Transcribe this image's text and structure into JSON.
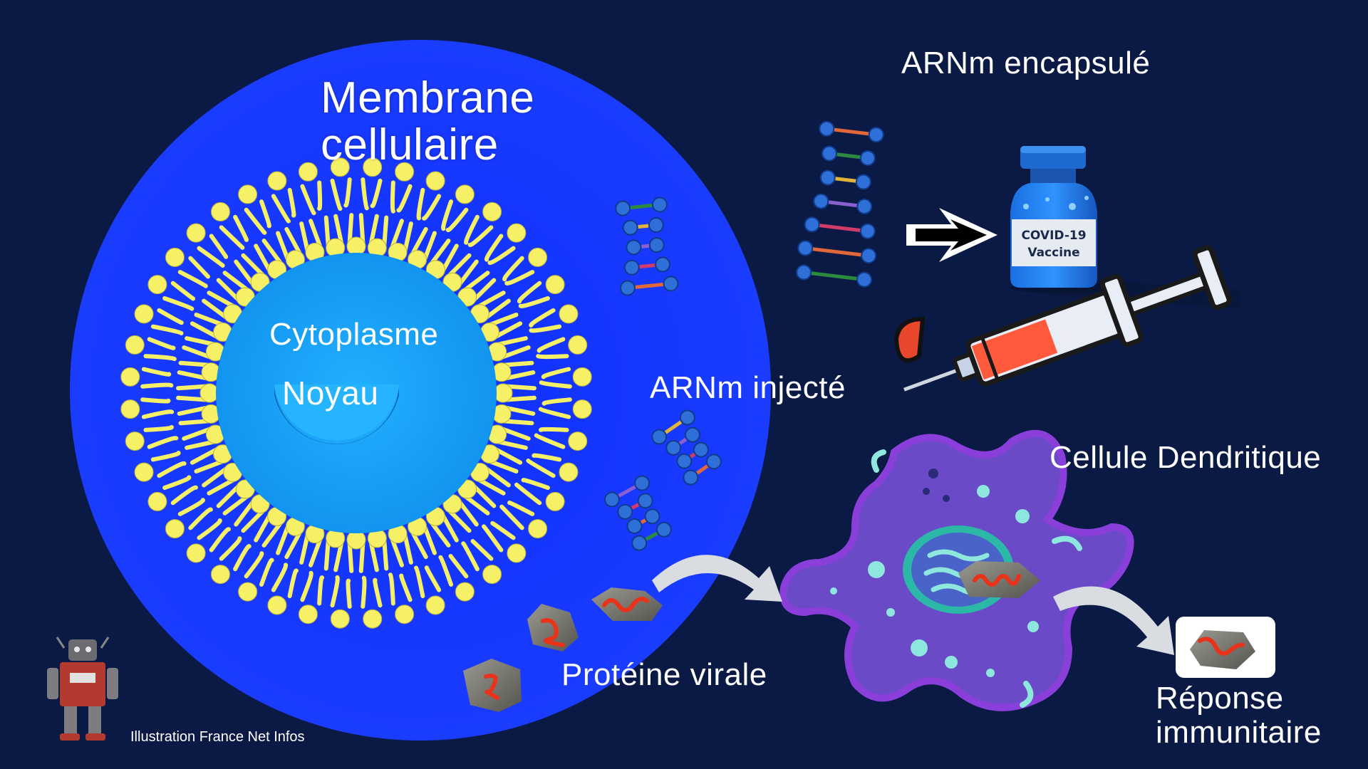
{
  "labels": {
    "membrane_line1": "Membrane",
    "membrane_line2": "cellulaire",
    "cytoplasme": "Cytoplasme",
    "noyau": "Noyau",
    "arnm_encapsule": "ARNm  encapsulé",
    "arnm_injecte": "ARNm  injecté",
    "cellule_dendritique": "Cellule  Dendritique",
    "proteine_virale": "Protéine  virale",
    "reponse_line1": "Réponse",
    "reponse_line2": "immunitaire",
    "credit": "Illustration  France  Net  Infos"
  },
  "vial": {
    "label_line1": "COVID-19",
    "label_line2": "Vaccine"
  },
  "colors": {
    "background": "#0b1a45",
    "membrane_blue": "#1a35ff",
    "cytoplasm": "#1aa6ff",
    "lipid_head": "#f6f066",
    "dendritic_purple": "#6b4bc4",
    "dendritic_outline": "#8a3fd8",
    "rna_red": "#e8331a",
    "syringe_fluid": "#ff5a3c"
  }
}
